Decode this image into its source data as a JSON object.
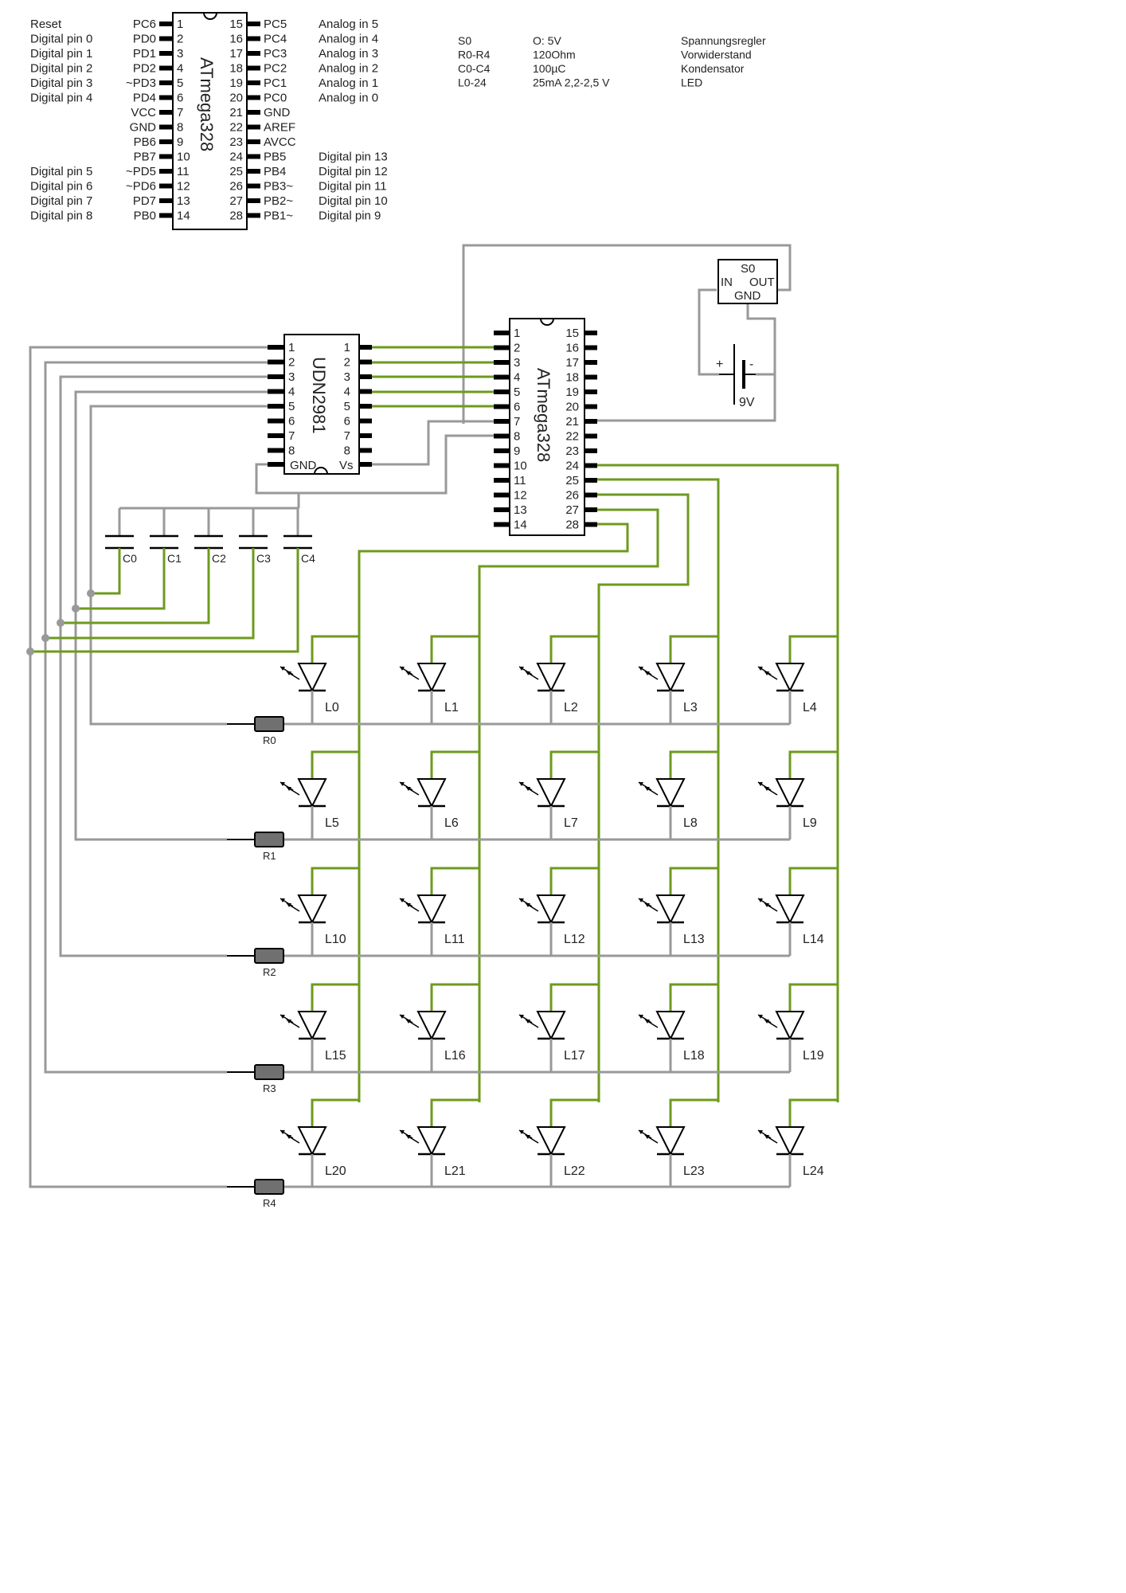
{
  "pinout": {
    "chip_name": "ATmega328",
    "left_notes": [
      "Reset",
      "Digital pin 0",
      "Digital pin 1",
      "Digital pin 2",
      "Digital pin 3",
      "Digital pin 4",
      "",
      "",
      "",
      "",
      "Digital pin 5",
      "Digital pin 6",
      "Digital pin 7",
      "Digital pin 8"
    ],
    "left_pins": [
      "PC6",
      "PD0",
      "PD1",
      "PD2",
      "~PD3",
      "PD4",
      "VCC",
      "GND",
      "PB6",
      "PB7",
      "~PD5",
      "~PD6",
      "PD7",
      "PB0"
    ],
    "left_nums": [
      "1",
      "2",
      "3",
      "4",
      "5",
      "6",
      "7",
      "8",
      "9",
      "10",
      "11",
      "12",
      "13",
      "14"
    ],
    "right_nums": [
      "15",
      "16",
      "17",
      "18",
      "19",
      "20",
      "21",
      "22",
      "23",
      "24",
      "25",
      "26",
      "27",
      "28"
    ],
    "right_pins": [
      "PC5",
      "PC4",
      "PC3",
      "PC2",
      "PC1",
      "PC0",
      "GND",
      "AREF",
      "AVCC",
      "PB5",
      "PB4",
      "PB3~",
      "PB2~",
      "PB1~"
    ],
    "right_notes": [
      "Analog in 5",
      "Analog in 4",
      "Analog in 3",
      "Analog in 2",
      "Analog in 1",
      "Analog in 0",
      "",
      "",
      "",
      "Digital pin 13",
      "Digital pin 12",
      "Digital pin 11",
      "Digital pin 10",
      "Digital pin 9"
    ]
  },
  "parts_list": [
    {
      "ref": "S0",
      "value": "O: 5V",
      "desc": "Spannungsregler"
    },
    {
      "ref": "R0-R4",
      "value": "120Ohm",
      "desc": "Vorwiderstand"
    },
    {
      "ref": "C0-C4",
      "value": "100µC",
      "desc": "Kondensator"
    },
    {
      "ref": "L0-24",
      "value": "25mA  2,2-2,5 V",
      "desc": "LED"
    }
  ],
  "udn": {
    "name": "UDN2981",
    "left_nums": [
      "1",
      "2",
      "3",
      "4",
      "5",
      "6",
      "7",
      "8"
    ],
    "right_nums": [
      "1",
      "2",
      "3",
      "4",
      "5",
      "6",
      "7",
      "8"
    ],
    "gnd_label": "GND",
    "vs_label": "Vs"
  },
  "mcu": {
    "name": "ATmega328",
    "left_nums": [
      "1",
      "2",
      "3",
      "4",
      "5",
      "6",
      "7",
      "8",
      "9",
      "10",
      "11",
      "12",
      "13",
      "14"
    ],
    "right_nums": [
      "15",
      "16",
      "17",
      "18",
      "19",
      "20",
      "21",
      "22",
      "23",
      "24",
      "25",
      "26",
      "27",
      "28"
    ]
  },
  "regulator": {
    "name": "S0",
    "in_label": "IN",
    "out_label": "OUT",
    "gnd_label": "GND"
  },
  "battery": {
    "label": "9V",
    "plus": "+",
    "minus": "-"
  },
  "capacitors": [
    "C0",
    "C1",
    "C2",
    "C3",
    "C4"
  ],
  "resistors": [
    "R0",
    "R1",
    "R2",
    "R3",
    "R4"
  ],
  "leds": [
    "L0",
    "L1",
    "L2",
    "L3",
    "L4",
    "L5",
    "L6",
    "L7",
    "L8",
    "L9",
    "L10",
    "L11",
    "L12",
    "L13",
    "L14",
    "L15",
    "L16",
    "L17",
    "L18",
    "L19",
    "L20",
    "L21",
    "L22",
    "L23",
    "L24"
  ],
  "colors": {
    "wire_gray": "#999999",
    "wire_green": "#6e9a1e",
    "resistor_fill": "#707070"
  }
}
